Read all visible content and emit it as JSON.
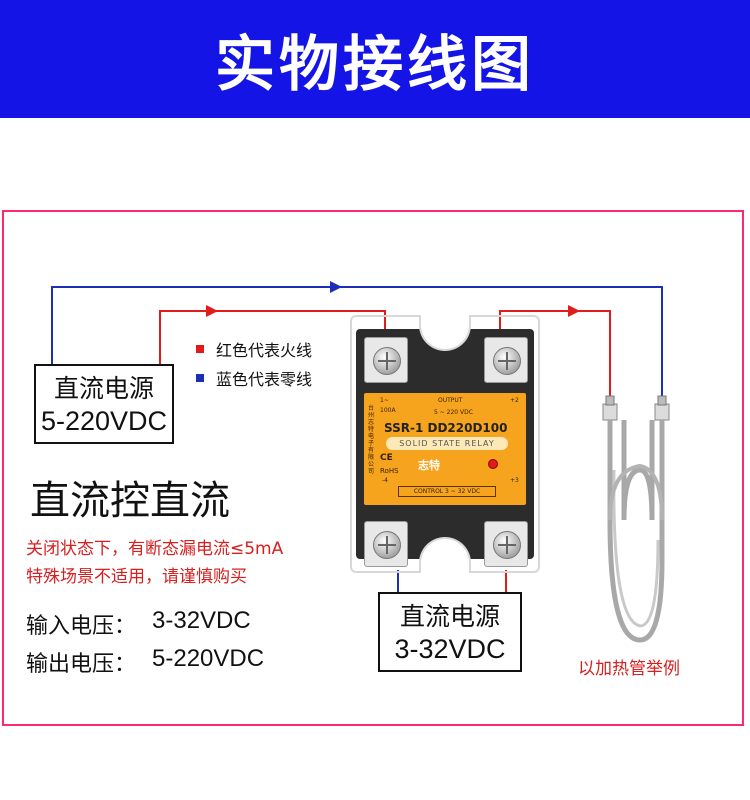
{
  "header": {
    "title": "实物接线图"
  },
  "colors": {
    "banner": "#1414e6",
    "frame": "#ff2a6d",
    "red_wire": "#e21b1b",
    "blue_wire": "#1c2fb8",
    "relay_label": "#f6a41d",
    "note_text": "#d81e1e"
  },
  "dc_source_output": {
    "line1": "直流电源",
    "line2": "5-220VDC"
  },
  "dc_source_control": {
    "line1": "直流电源",
    "line2": "3-32VDC"
  },
  "legend": [
    {
      "text": "红色代表火线",
      "color": "#e21b1b"
    },
    {
      "text": "蓝色代表零线",
      "color": "#1c2fb8"
    }
  ],
  "mode_title": "直流控直流",
  "notes": [
    "关闭状态下，有断态漏电流≤5mA",
    "特殊场景不适用，请谨慎购买"
  ],
  "specs": [
    {
      "label": "输入电压：",
      "value": "3-32VDC"
    },
    {
      "label": "输出电压：",
      "value": "5-220VDC"
    }
  ],
  "relay": {
    "output_label": "OUTPUT",
    "output_range": "5 ~ 220 VDC",
    "current": "100A",
    "pin1": "1~",
    "pin2": "+2",
    "pin3": "+3",
    "pin4": "-4",
    "model": "SSR-1 DD220D100",
    "banner": "SOLID STATE RELAY",
    "ce": "CE",
    "rohs": "RoHS",
    "brand": "志特",
    "control": "CONTROL 3 ~ 32 VDC",
    "company_vertical": "台州志特电子有限公司"
  },
  "heater_caption": "以加热管举例"
}
